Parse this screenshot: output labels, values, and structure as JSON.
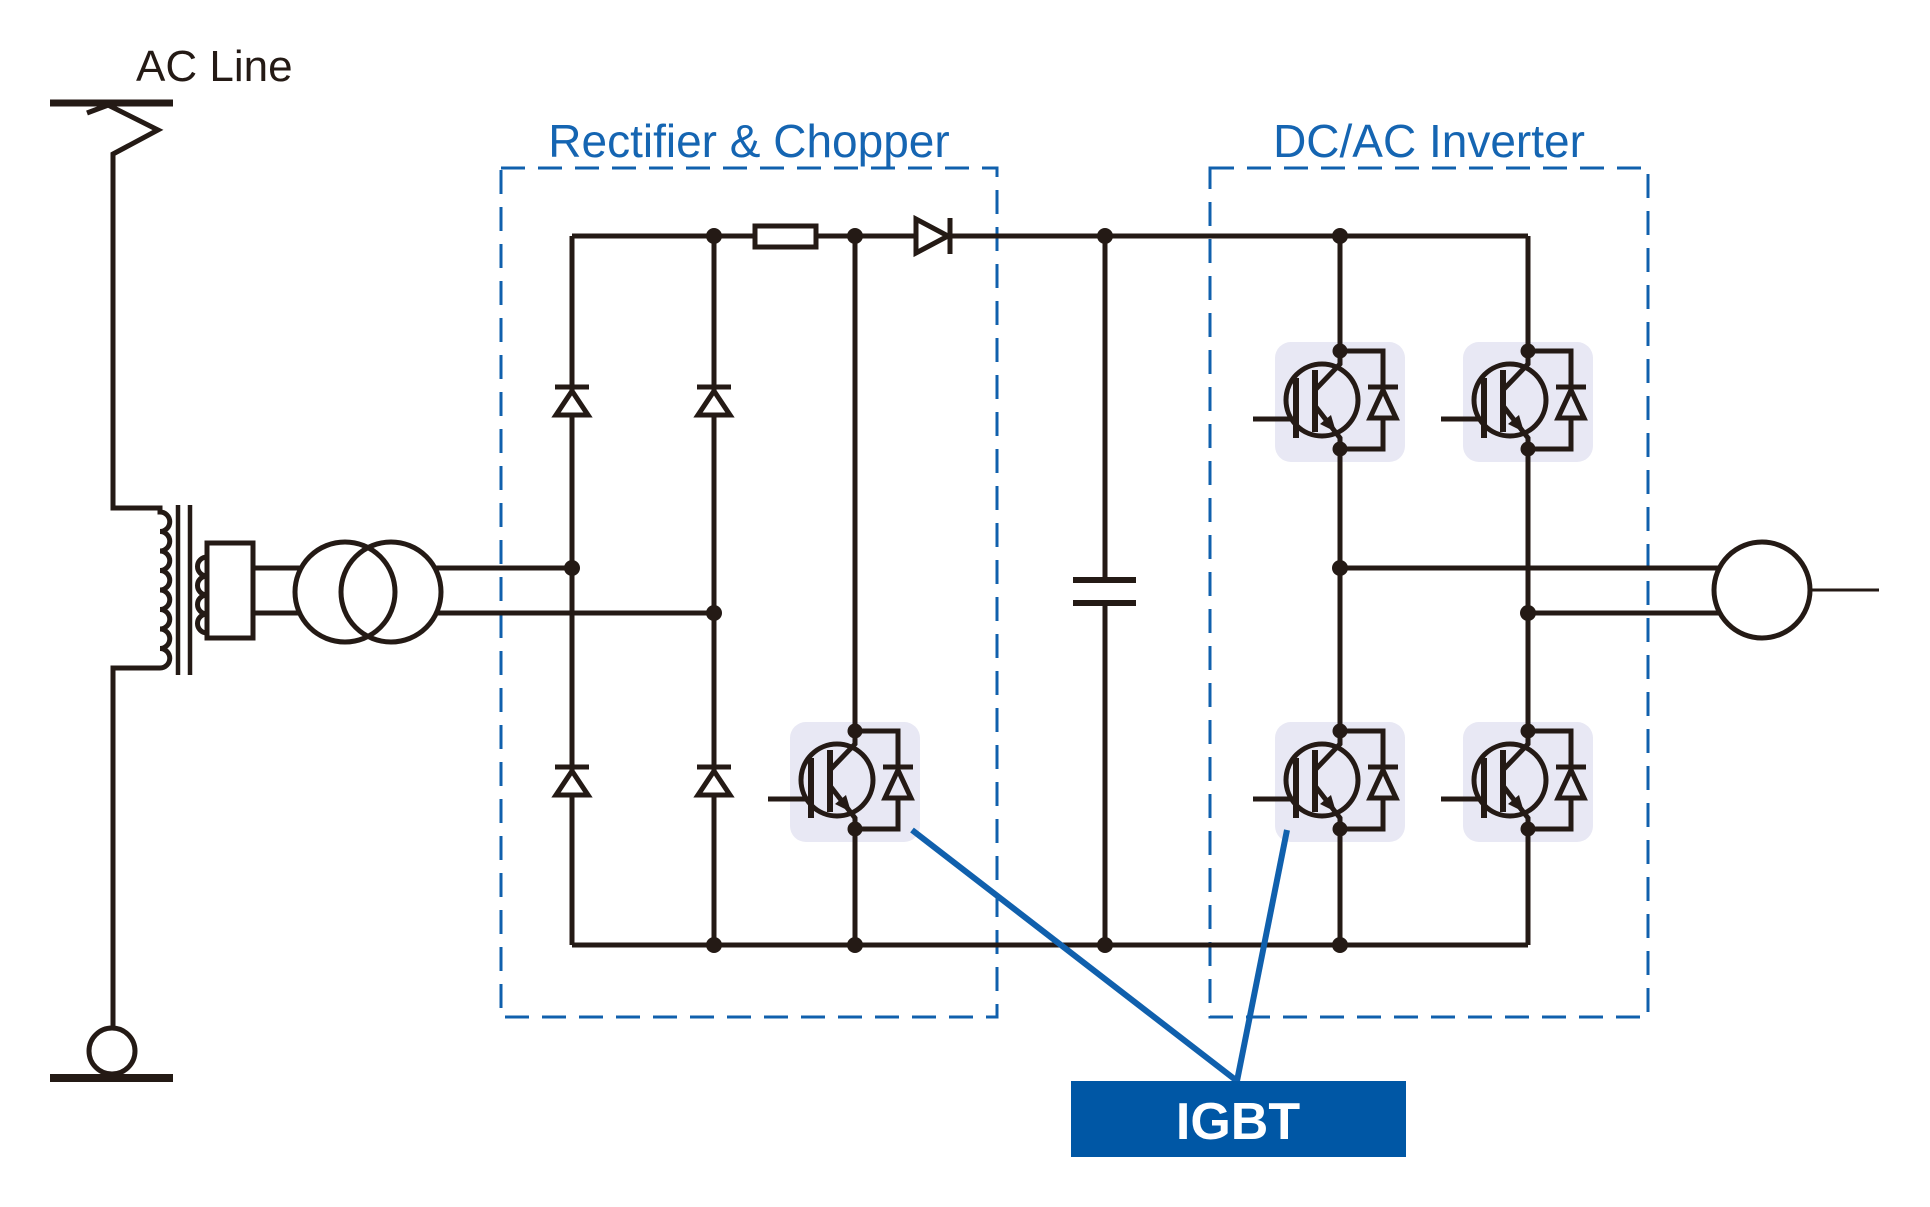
{
  "labels": {
    "ac_line": "AC Line",
    "rectifier_box": "Rectifier & Chopper",
    "inverter_box": "DC/AC Inverter",
    "igbt_callout": "IGBT"
  },
  "colors": {
    "ink": "#241a15",
    "blue": "#1060ad",
    "title_blue": "#1565b2",
    "callout_bg": "#0057a5",
    "callout_text": "#ffffff",
    "module_bg": "#e8e8f4",
    "canvas": "#ffffff"
  }
}
